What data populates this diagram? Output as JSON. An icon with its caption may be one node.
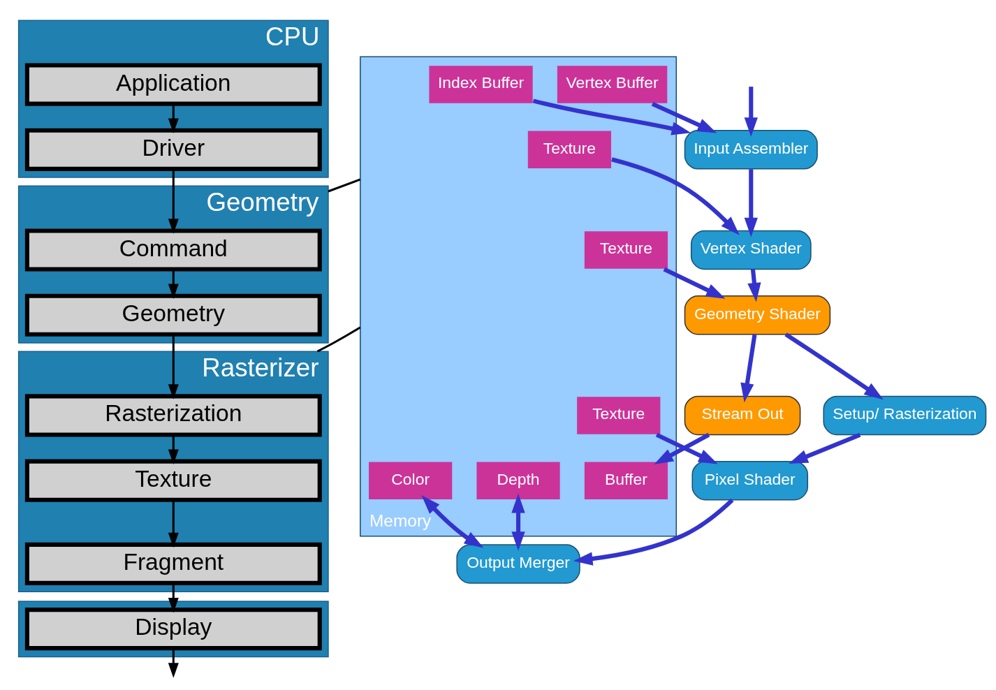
{
  "diagram": {
    "nodes": [
      {
        "text": [
          "CPU"
        ]
      },
      {
        "text": [
          "Application"
        ],
        "in": 0
      },
      {
        "text": [
          "Driver"
        ],
        "in": 0
      },
      {
        "text": [
          "Geometry"
        ]
      },
      {
        "text": [
          "Command"
        ],
        "in": 3
      },
      {
        "text": [
          "Geometry"
        ],
        "in": 3
      },
      {
        "text": [
          "Rasterizer"
        ]
      },
      {
        "text": [
          "Rasterization"
        ],
        "in": 6
      },
      {
        "text": [
          "Texture"
        ],
        "in": 6
      },
      {
        "text": [
          "Fragment"
        ],
        "in": 6
      },
      {
        "text": [],
        "shape": "bar"
      },
      {
        "text": [
          "Display"
        ],
        "in": 10
      },
      {
        "text": [
          "Memory"
        ]
      },
      {
        "text": [
          "Vertex Buffer"
        ],
        "in": 12
      },
      {
        "text": [
          "Index Buffer"
        ],
        "in": 12
      },
      {
        "text": [
          "Texture"
        ],
        "in": 12
      },
      {
        "text": [
          "Texture"
        ],
        "in": 12
      },
      {
        "text": [
          "Buffer"
        ],
        "in": 12
      },
      {
        "text": [
          "Texture"
        ],
        "in": 12
      },
      {
        "text": [
          "Depth"
        ],
        "in": 12
      },
      {
        "text": [
          "Color"
        ],
        "in": 12
      },
      {
        "text": [
          "Input Assembler"
        ]
      },
      {
        "text": [
          "Vertex Shader"
        ]
      },
      {
        "text": [
          "Geometry Shader"
        ]
      },
      {
        "text": [
          "Stream Out"
        ]
      },
      {
        "text": [
          "Setup/ Rasterization"
        ]
      },
      {
        "text": [
          "Pixel Shader"
        ]
      },
      {
        "text": [
          "Output Merger"
        ]
      }
    ],
    "edges": [
      {
        "from": 1,
        "to": 2,
        "arrow": "to",
        "color": "#000000"
      },
      {
        "from": 2,
        "to": 4,
        "arrow": "to",
        "color": "#000000"
      },
      {
        "from": 4,
        "to": 5,
        "arrow": "to",
        "color": "#000000"
      },
      {
        "from": 5,
        "to": 7,
        "arrow": "to",
        "color": "#000000"
      },
      {
        "from": 7,
        "to": 8,
        "arrow": "to",
        "color": "#000000"
      },
      {
        "from": 8,
        "to": 9,
        "arrow": "to",
        "color": "#000000"
      },
      {
        "from": 9,
        "to": 11,
        "arrow": "to",
        "color": "#000000"
      },
      {
        "from": 11,
        "to": null,
        "arrow": "to",
        "color": "#000000"
      },
      {
        "from": 3,
        "to": 12,
        "arrow": "none",
        "color": "#000000"
      },
      {
        "from": 6,
        "to": 12,
        "arrow": "none",
        "color": "#000000"
      },
      {
        "from": null,
        "to": 21,
        "arrow": "to"
      },
      {
        "from": 13,
        "to": 21,
        "arrow": "to"
      },
      {
        "from": 14,
        "to": 21,
        "arrow": "to"
      },
      {
        "from": 21,
        "to": 22,
        "arrow": "to"
      },
      {
        "from": 15,
        "to": 22,
        "arrow": "to"
      },
      {
        "from": 22,
        "to": 23,
        "arrow": "to"
      },
      {
        "from": 16,
        "to": 23,
        "arrow": "to"
      },
      {
        "from": 23,
        "to": 24,
        "arrow": "to"
      },
      {
        "from": 24,
        "to": 17,
        "arrow": "to"
      },
      {
        "from": 23,
        "to": 25,
        "arrow": "to"
      },
      {
        "from": 25,
        "to": 26,
        "arrow": "to"
      },
      {
        "from": 18,
        "to": 26,
        "arrow": "to"
      },
      {
        "from": 26,
        "to": 27,
        "arrow": "to"
      },
      {
        "from": 19,
        "to": 27,
        "arrow": "both"
      },
      {
        "from": 20,
        "to": 27,
        "arrow": "both"
      }
    ]
  }
}
